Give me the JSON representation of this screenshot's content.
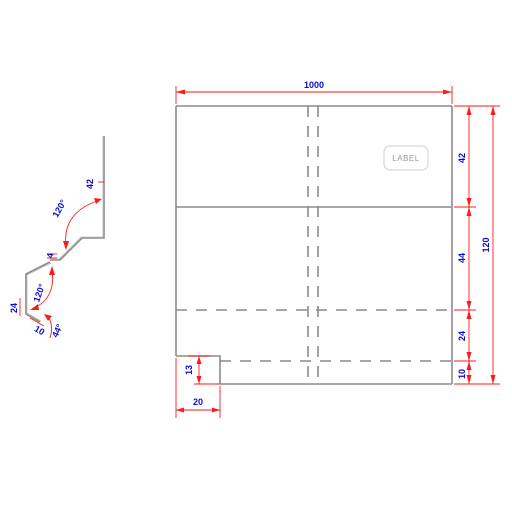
{
  "dims": {
    "width_total": "1000",
    "height_total": "120",
    "seg_top": "42",
    "seg_mid": "44",
    "seg_low": "24",
    "seg_bottom": "10",
    "notch_h": "13",
    "notch_w": "20"
  },
  "label_tag": "LABEL",
  "profile": {
    "d42": "42",
    "a120_top": "120°",
    "d4": "4",
    "a120_low": "120°",
    "d24": "24",
    "d10": "10",
    "a44": "44°"
  },
  "colors": {
    "lines": "#8a8a8a",
    "dimension_lines": "#ff1a1a",
    "dimension_text": "#0b0bcc"
  }
}
